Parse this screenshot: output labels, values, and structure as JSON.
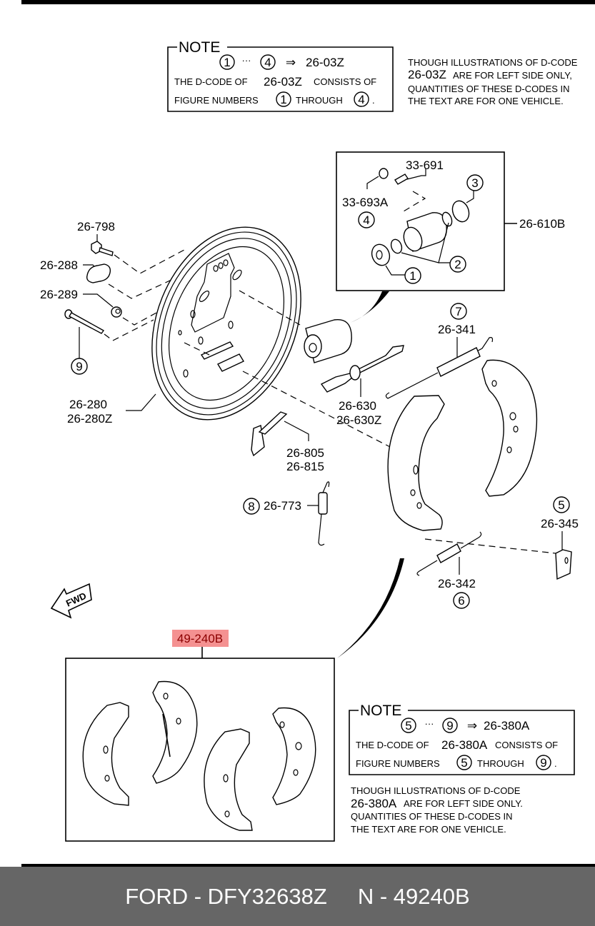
{
  "note1": {
    "title": "NOTE",
    "range_start": "1",
    "range_sep": "···",
    "range_end": "4",
    "arrow": "⇒",
    "dcode": "26-03Z",
    "line2_prefix": "THE D-CODE OF",
    "line2_code": "26-03Z",
    "line2_suffix": "CONSISTS OF",
    "line3_prefix": "FIGURE NUMBERS",
    "line3_from": "1",
    "line3_mid": "THROUGH",
    "line3_to": "4",
    "line3_end": "."
  },
  "disclaimer1": {
    "line1": "THOUGH ILLUSTRATIONS OF D-CODE",
    "line2_code": "26-03Z",
    "line2_rest": "ARE FOR LEFT SIDE ONLY,",
    "line3": "QUANTITIES OF THESE D-CODES IN",
    "line4": "THE TEXT ARE FOR ONE VEHICLE."
  },
  "wheel_cylinder_kit": {
    "code": "26-610B",
    "parts": [
      {
        "code": "33-691"
      },
      {
        "code": "33-693A",
        "figure": "4"
      },
      {
        "figure": "3"
      },
      {
        "figure": "2"
      },
      {
        "figure": "1"
      }
    ]
  },
  "labels": {
    "bolt": "26-798",
    "plug": "26-288",
    "nut": "26-289",
    "pin_figure": "9",
    "backing_plate_1": "26-280",
    "backing_plate_2": "26-280Z",
    "adjuster_1": "26-630",
    "adjuster_2": "26-630Z",
    "upper_spring_figure": "7",
    "upper_spring": "26-341",
    "lever_1": "26-805",
    "lever_2": "26-815",
    "spring_773_figure": "8",
    "spring_773": "26-773",
    "clip_figure": "5",
    "clip": "26-345",
    "lower_spring": "26-342",
    "lower_spring_figure": "6",
    "fwd": "FWD"
  },
  "shoe_set": {
    "code": "49-240B",
    "highlight_color": "#f49191"
  },
  "note2": {
    "title": "NOTE",
    "range_start": "5",
    "range_sep": "···",
    "range_end": "9",
    "arrow": "⇒",
    "dcode": "26-380A",
    "line2_prefix": "THE D-CODE OF",
    "line2_code": "26-380A",
    "line2_suffix": "CONSISTS OF",
    "line3_prefix": "FIGURE NUMBERS",
    "line3_from": "5",
    "line3_mid": "THROUGH",
    "line3_to": "9",
    "line3_end": "."
  },
  "disclaimer2": {
    "line1": "THOUGH ILLUSTRATIONS OF D-CODE",
    "line2_code": "26-380A",
    "line2_rest": "ARE FOR LEFT SIDE ONLY.",
    "line3": "QUANTITIES OF THESE D-CODES IN",
    "line4": "THE TEXT ARE FOR ONE VEHICLE."
  },
  "footer": {
    "brand_part": "FORD - DFY32638Z",
    "oem_part": "N - 49240B"
  }
}
